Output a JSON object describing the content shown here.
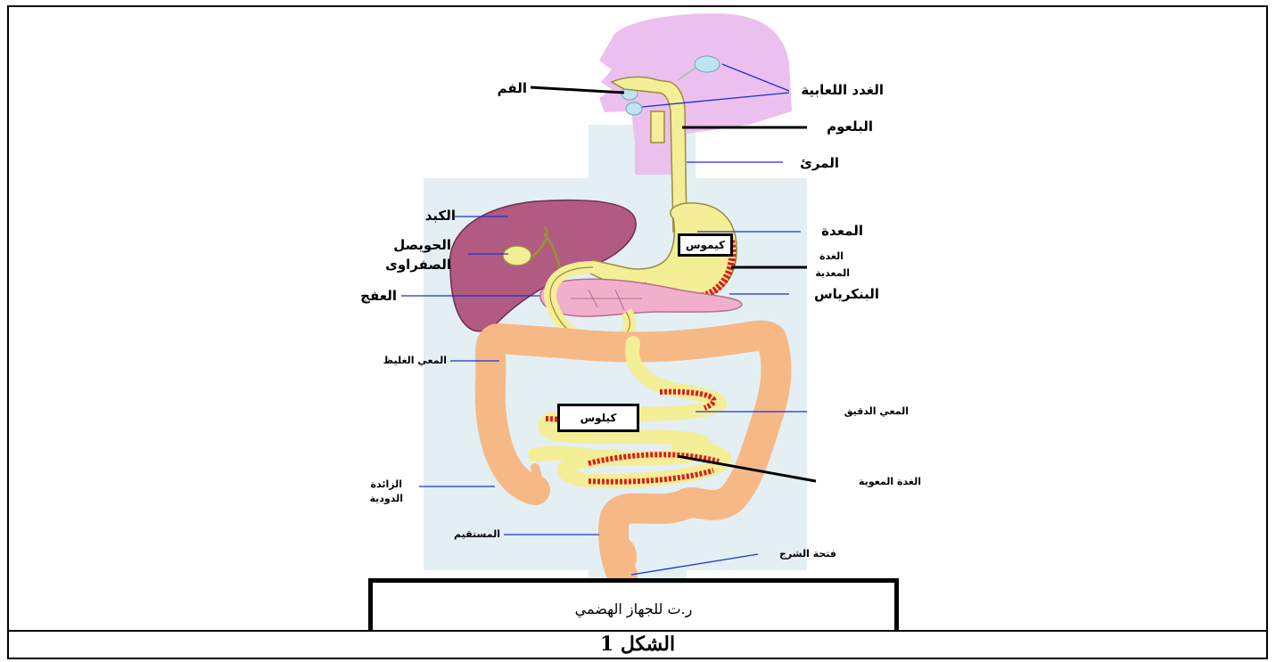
{
  "figure": {
    "labels": {
      "salivary_glands": "الغدد اللعابية",
      "mouth": "الفم",
      "pharynx": "البلعوم",
      "esophagus": "المرئ",
      "liver": "الكبد",
      "stomach": "المعدة",
      "gallbladder_line1": "الحويصل",
      "gallbladder_line2": "الصفراوى",
      "gastric_gland_line1": "الغدة",
      "gastric_gland_line2": "المعدية",
      "pancreas": "البنكرياس",
      "duodenum": "العفج",
      "large_intestine": "المعي الغليظ",
      "small_intestine": "المعي الدقيق",
      "intestinal_gland": "الغدة المعوية",
      "appendix_line1": "الزائدة",
      "appendix_line2": "الدودية",
      "rectum": "المستقيم",
      "anus": "فتحة الشرج"
    },
    "chyme_label": "كيموس",
    "chyle_label": "كيلوس",
    "title": "ر.ت للجهاز الهضمي"
  },
  "caption": "الشكل 1"
}
